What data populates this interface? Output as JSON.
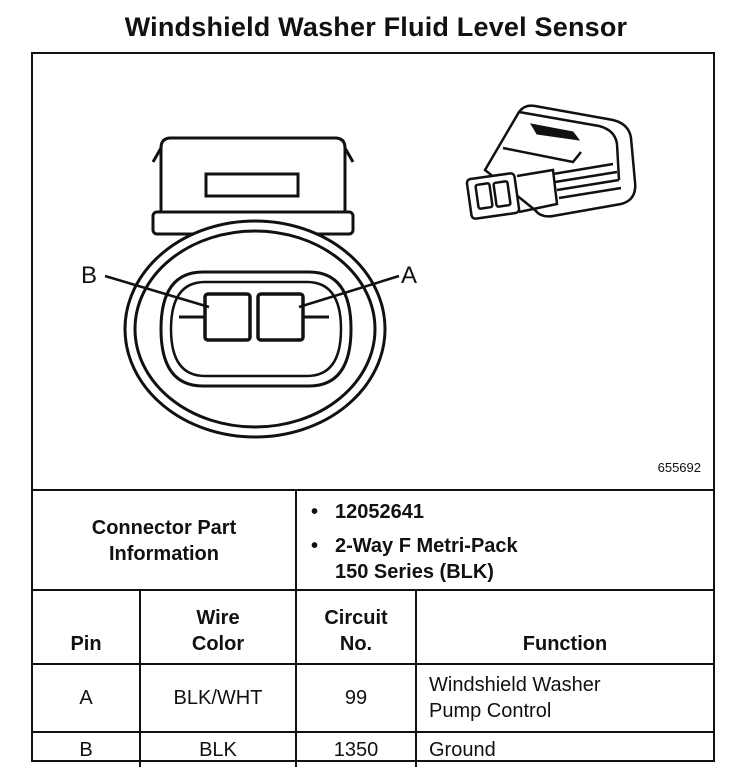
{
  "title": "Windshield Washer Fluid Level Sensor",
  "diagram": {
    "pin_labels": [
      "A",
      "B"
    ],
    "figure_number": "655692"
  },
  "connector_info": {
    "label_line1": "Connector Part",
    "label_line2": "Information",
    "part_number": "12052641",
    "description_line1": "2-Way F Metri-Pack",
    "description_line2": "150 Series (BLK)"
  },
  "table": {
    "headers": {
      "pin": "Pin",
      "wire_line1": "Wire",
      "wire_line2": "Color",
      "circuit_line1": "Circuit",
      "circuit_line2": "No.",
      "function": "Function"
    },
    "rows": [
      {
        "pin": "A",
        "wire_color": "BLK/WHT",
        "circuit": "99",
        "function_line1": "Windshield Washer",
        "function_line2": "Pump Control"
      },
      {
        "pin": "B",
        "wire_color": "BLK",
        "circuit": "1350",
        "function_line1": "Ground",
        "function_line2": ""
      }
    ]
  }
}
